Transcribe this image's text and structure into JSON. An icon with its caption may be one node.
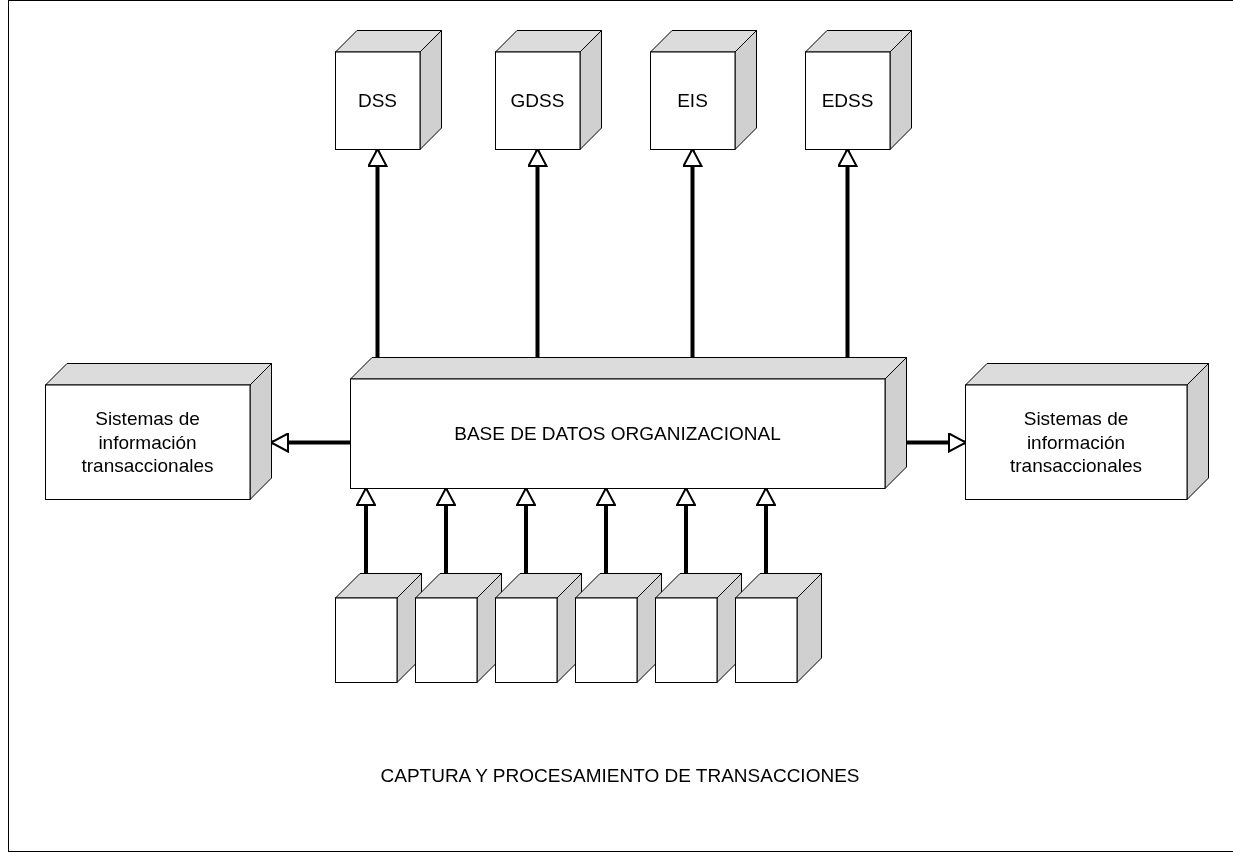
{
  "diagram": {
    "nodes": [
      {
        "text": [
          "DSS"
        ]
      },
      {
        "text": [
          "GDSS"
        ]
      },
      {
        "text": [
          "EIS"
        ]
      },
      {
        "text": [
          "EDSS"
        ]
      },
      {
        "text": [
          "Sistemas de información transaccionales"
        ]
      },
      {
        "text": [
          "BASE DE DATOS ORGANIZACIONAL"
        ]
      },
      {
        "text": [
          "Sistemas de información transaccionales"
        ]
      },
      {
        "text": [],
        "shape": "box"
      },
      {
        "text": [],
        "shape": "box"
      },
      {
        "text": [],
        "shape": "box"
      },
      {
        "text": [],
        "shape": "box"
      },
      {
        "text": [],
        "shape": "box"
      },
      {
        "text": [],
        "shape": "box"
      }
    ],
    "edges": [
      {
        "from": 5,
        "to": 0,
        "arrow": "to"
      },
      {
        "from": 5,
        "to": 1,
        "arrow": "to"
      },
      {
        "from": 5,
        "to": 2,
        "arrow": "to"
      },
      {
        "from": 5,
        "to": 3,
        "arrow": "to"
      },
      {
        "from": 5,
        "to": 4,
        "arrow": "to"
      },
      {
        "from": 5,
        "to": 6,
        "arrow": "to"
      },
      {
        "from": 7,
        "to": 5,
        "arrow": "to"
      },
      {
        "from": 8,
        "to": 5,
        "arrow": "to"
      },
      {
        "from": 9,
        "to": 5,
        "arrow": "to"
      },
      {
        "from": 10,
        "to": 5,
        "arrow": "to"
      },
      {
        "from": 11,
        "to": 5,
        "arrow": "to"
      },
      {
        "from": 12,
        "to": 5,
        "arrow": "to"
      }
    ],
    "labels": [
      "CAPTURA Y PROCESAMIENTO DE TRANSACCIONES"
    ]
  }
}
